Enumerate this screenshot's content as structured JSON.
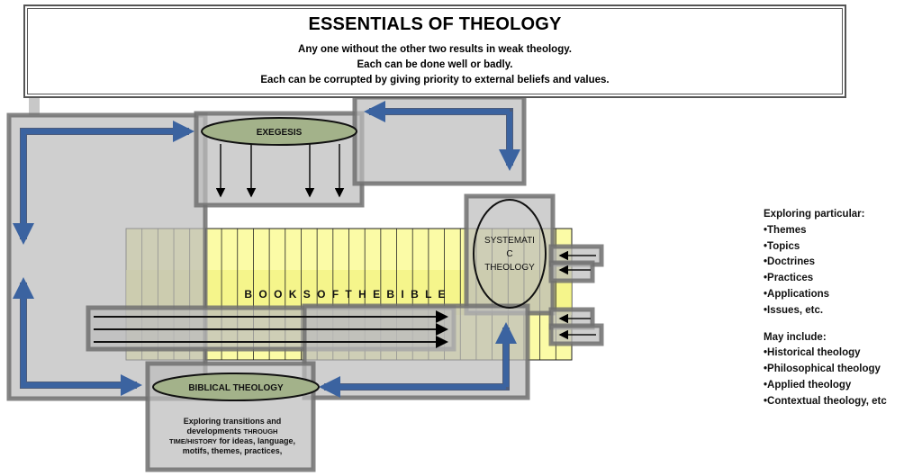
{
  "header": {
    "title": "ESSENTIALS OF THEOLOGY",
    "lines": [
      "Any one without the other two results in weak theology.",
      "Each can be done well or badly.",
      "Each can be corrupted by giving priority to external beliefs and values."
    ]
  },
  "nodes": {
    "exegesis": "EXEGESIS",
    "biblical_theology": "BIBLICAL THEOLOGY",
    "systematic_theology_lines": [
      "SYSTEMATI",
      "C",
      "THEOLOGY"
    ]
  },
  "books_label": "B O O K S   O F   T H E   B I B L E",
  "biblical_theology_description": {
    "part1": "Exploring transitions and developments ",
    "part2": "THROUGH TIME/HISTORY",
    "part3": " for ideas, language, motifs, themes, practices,"
  },
  "side_panel": {
    "exploring_heading": "Exploring particular:",
    "exploring_items": [
      "Themes",
      "Topics",
      "Doctrines",
      "Practices",
      "Applications",
      "Issues, etc."
    ],
    "include_heading": "May include:",
    "include_items": [
      "Historical theology",
      "Philosophical theology",
      "Applied theology",
      "Contextual theology, etc"
    ]
  },
  "colors": {
    "bible_fill": "#fbfba6",
    "overlay_fill": "#c4c4c4",
    "overlay_stroke": "#7a7a7a",
    "ellipse_fill": "#a3b28a",
    "arrow_blue": "#3b63a0"
  }
}
